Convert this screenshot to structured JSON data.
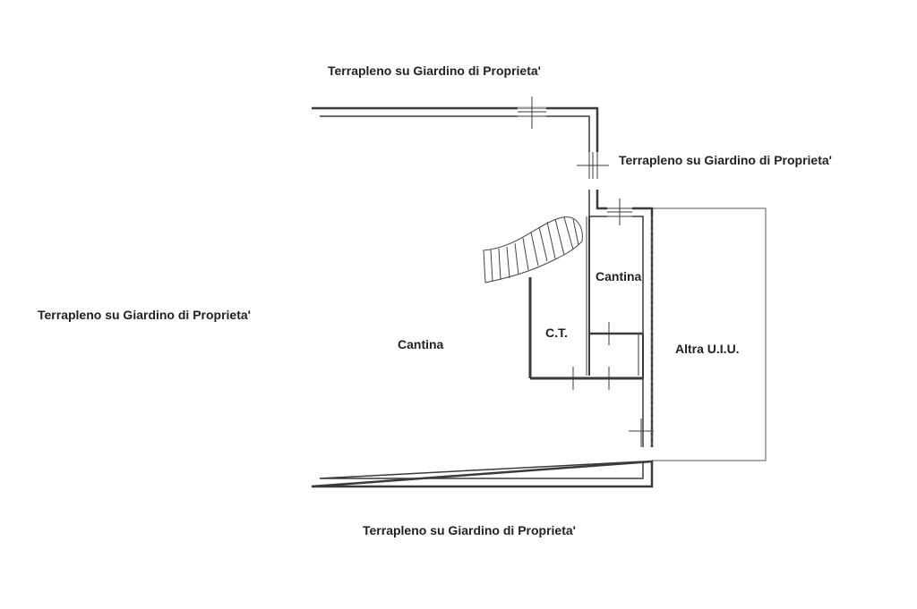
{
  "surroundings": {
    "top": "Terrapleno su Giardino di Proprieta'",
    "right": "Terrapleno su Giardino di Proprieta'",
    "left": "Terrapleno su Giardino di Proprieta'",
    "bottom": "Terrapleno su Giardino di Proprieta'"
  },
  "rooms": {
    "main": "Cantina",
    "small": "Cantina",
    "boiler": "C.T.",
    "neighbor": "Altra U.I.U."
  },
  "colors": {
    "wall": "#3a3a3a",
    "background": "#ffffff"
  }
}
